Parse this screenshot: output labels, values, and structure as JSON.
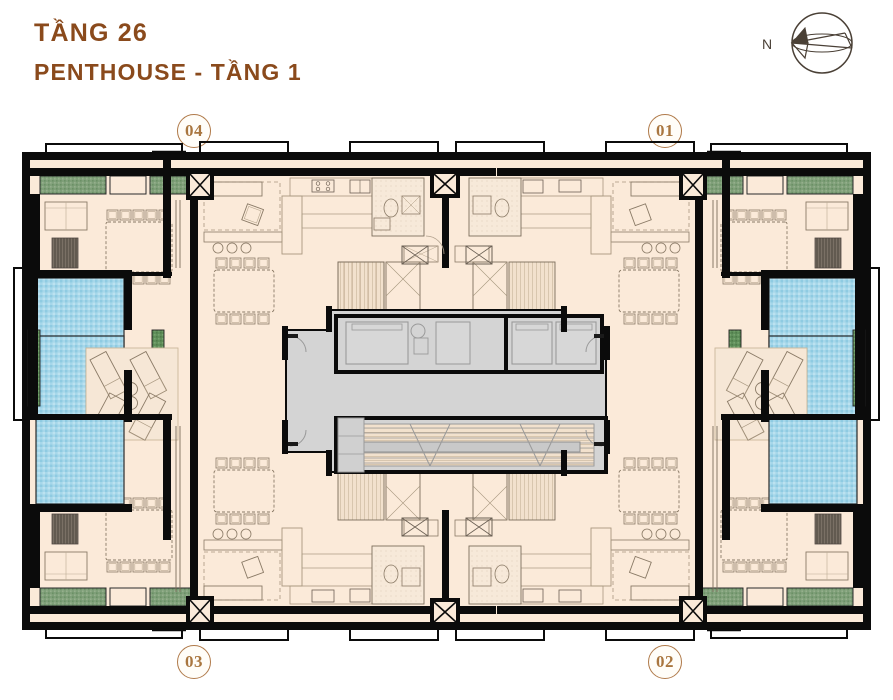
{
  "header": {
    "title_line1": "TẦNG 26",
    "title_line2": "PENTHOUSE - TẦNG 1",
    "title_color": "#8a4a1c"
  },
  "compass": {
    "label": "N",
    "icon": "compass-rose-icon",
    "direction_deg": 265
  },
  "unit_badges": [
    {
      "id": "badge-04",
      "label": "04",
      "position": "top-left"
    },
    {
      "id": "badge-01",
      "label": "01",
      "position": "top-right"
    },
    {
      "id": "badge-03",
      "label": "03",
      "position": "bottom-left"
    },
    {
      "id": "badge-02",
      "label": "02",
      "position": "bottom-right"
    }
  ],
  "palette": {
    "background": "#ffffff",
    "wall_fill": "#000000",
    "room_fill": "#fbead9",
    "core_fill": "#d4d4d4",
    "pool_fill": "#a6d7ea",
    "pool_fill_dark": "#8cc9e0",
    "planter_fill": "#7f9f79",
    "planter_fill_dark": "#5f8f5a",
    "deck_fill": "#f6e7d6",
    "furniture_stroke": "#8a7a66",
    "badge_border": "#b07a4a",
    "badge_text": "#a9763f",
    "title_text": "#8a4a1c",
    "rug_fill": "#6b6258"
  },
  "plan": {
    "description": "Penthouse level 1 floor plan, 4 mirrored corner units around a central service core",
    "units": [
      {
        "number": "04",
        "quadrant": "top-left",
        "features": [
          "private terrace",
          "swimming pool",
          "sun loungers",
          "outdoor dining table 10 seats",
          "outdoor sofa lounge",
          "living room",
          "dining table 8 seats",
          "kitchen island",
          "internal stair",
          "guest bath",
          "planters"
        ]
      },
      {
        "number": "01",
        "quadrant": "top-right",
        "features": [
          "private terrace",
          "swimming pool",
          "sun loungers",
          "outdoor dining table 10 seats",
          "outdoor sofa lounge",
          "living room",
          "dining table 8 seats",
          "kitchen island",
          "internal stair",
          "guest bath",
          "planters"
        ]
      },
      {
        "number": "03",
        "quadrant": "bottom-left",
        "features": [
          "private terrace",
          "swimming pool",
          "sun loungers",
          "outdoor dining table 10 seats",
          "outdoor sofa lounge",
          "living room",
          "dining table 8 seats",
          "kitchen island",
          "internal stair",
          "guest bath",
          "planters"
        ]
      },
      {
        "number": "02",
        "quadrant": "bottom-right",
        "features": [
          "private terrace",
          "swimming pool",
          "sun loungers",
          "outdoor dining table 10 seats",
          "outdoor sofa lounge",
          "living room",
          "dining table 8 seats",
          "kitchen island",
          "internal stair",
          "guest bath",
          "planters"
        ]
      }
    ],
    "core": {
      "label": "central core",
      "elements": [
        "lift lobby corridor",
        "passenger lift 1",
        "passenger lift 2",
        "passenger lift 3",
        "fire escape stair",
        "service shaft"
      ]
    }
  }
}
